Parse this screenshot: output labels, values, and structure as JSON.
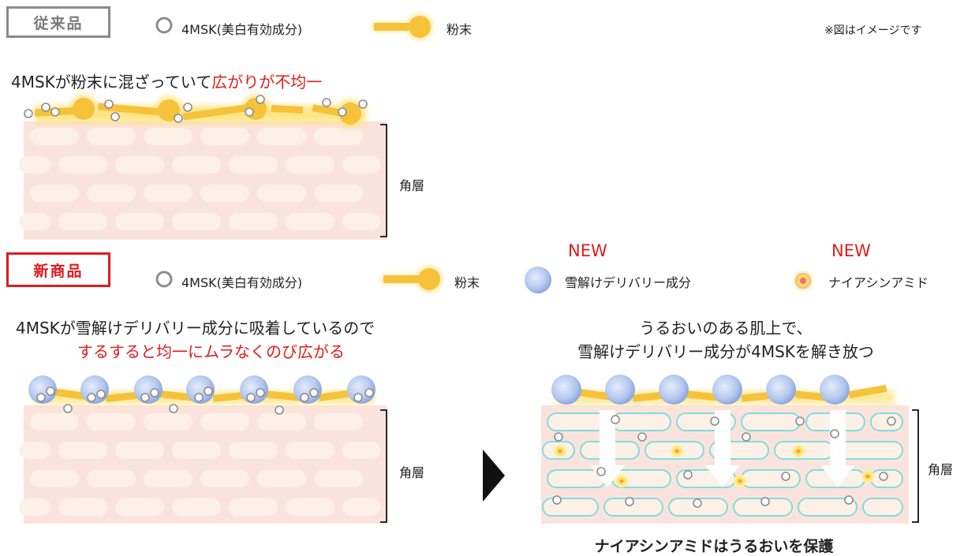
{
  "legend_old": {
    "tag": "従来品",
    "ingredient": "4MSK(美白有効成分)",
    "powder": "粉末",
    "note": "※図はイメージです"
  },
  "old_caption": {
    "normal": "4MSKが粉末に混ざっていて",
    "highlight": "広がりが不均一"
  },
  "stratum_label": "角層",
  "legend_new": {
    "tag": "新商品",
    "ingredient": "4MSK(美白有効成分)",
    "powder": "粉末",
    "delivery": "雪解けデリバリー成分",
    "niacinamide": "ナイアシンアミド",
    "new_badge_1": "NEW",
    "new_badge_2": "NEW"
  },
  "new_caption": {
    "line1": "4MSKが雪解けデリバリー成分に吸着しているので",
    "line2": "するすると均一にムラなくのび広がる"
  },
  "right_caption": {
    "line1": "うるおいのある肌上で、",
    "line2": "雪解けデリバリー成分が4MSKを解き放つ"
  },
  "bottom_caption": "ナイアシンアミドはうるおいを保護",
  "colors": {
    "red": "#e11b1b",
    "gray": "#8a8a8a",
    "skin": "#fbe3dd",
    "cell": "#fdf0e6",
    "powder": "#f7c948",
    "sphere": "#b8cdf0",
    "cell_outline": "#7fdde0"
  }
}
